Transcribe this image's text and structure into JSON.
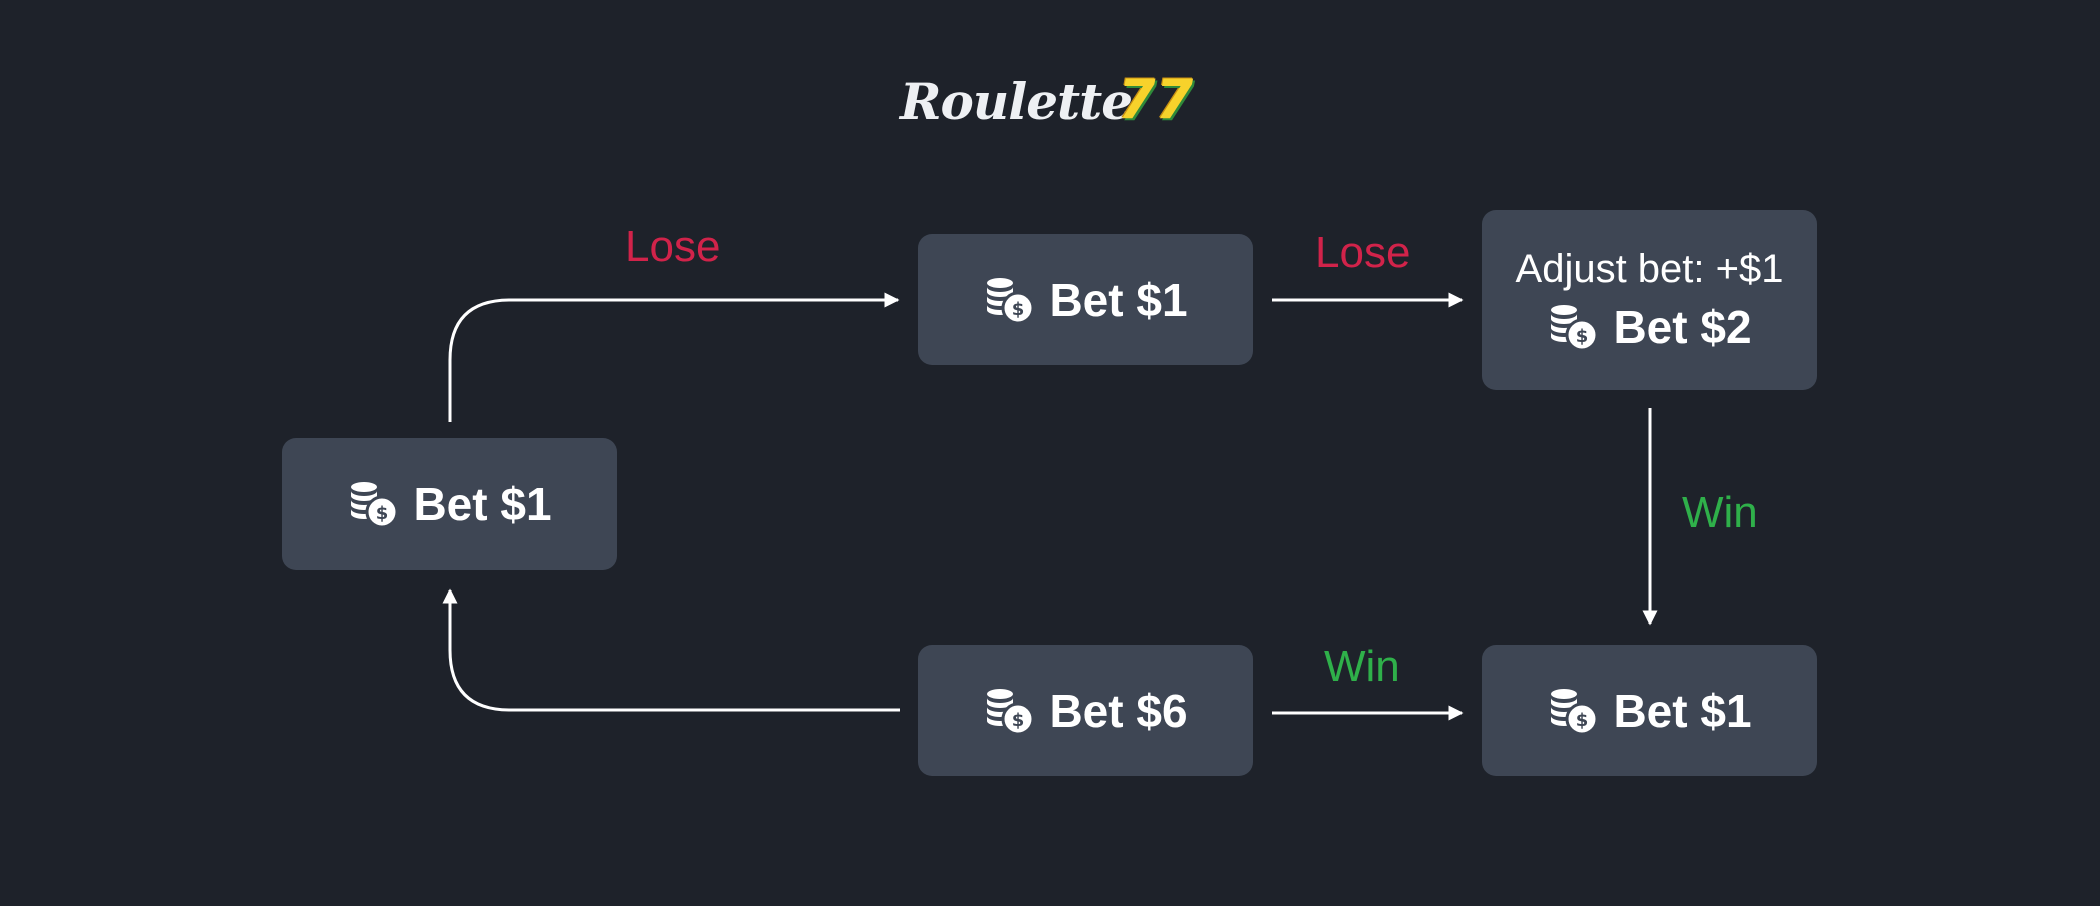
{
  "logo": {
    "text": "Roulette",
    "number": "77"
  },
  "nodes": {
    "start": {
      "label": "Bet $1",
      "icon": "coins-dollar-icon"
    },
    "after_lose_1": {
      "label": "Bet $1",
      "icon": "coins-dollar-icon"
    },
    "after_lose_2": {
      "note": "Adjust bet: +$1",
      "label": "Bet $2",
      "icon": "coins-dollar-icon"
    },
    "after_win_1": {
      "label": "Bet $1",
      "icon": "coins-dollar-icon"
    },
    "after_win_2": {
      "label": "Bet $6",
      "icon": "coins-dollar-icon"
    }
  },
  "edges": {
    "start_to_lose1": "Lose",
    "lose1_to_lose2": "Lose",
    "lose2_to_win": "Win",
    "bet6_to_bet1": "Win"
  },
  "colors": {
    "background": "#1e222a",
    "node": "#3e4654",
    "lose": "#d1234a",
    "win": "#2fb04a",
    "connector": "#ffffff"
  }
}
